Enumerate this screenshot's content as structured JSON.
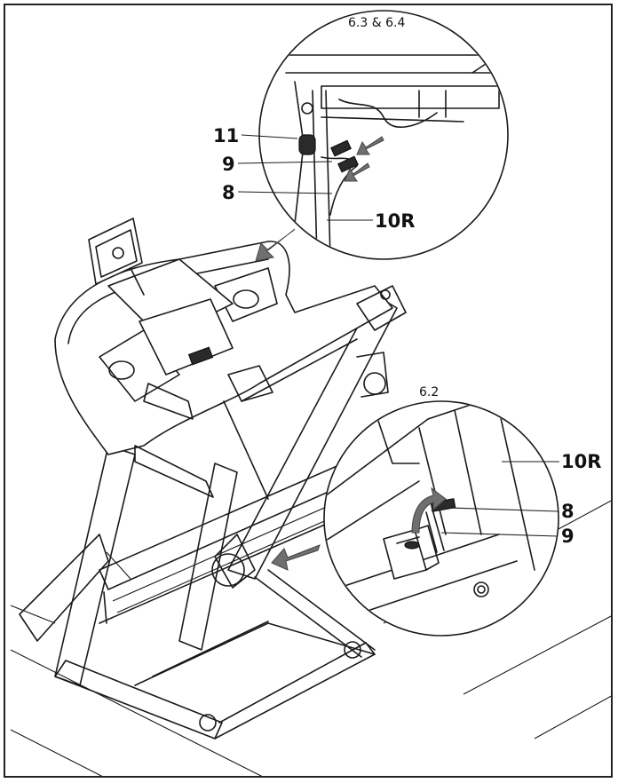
{
  "figure": {
    "detail_top": {
      "step_caption": "6.3 & 6.4",
      "labels": {
        "part_11": "11",
        "part_9": "9",
        "part_8": "8",
        "part_10r": "10R"
      }
    },
    "detail_bottom": {
      "step_caption": "6.2",
      "labels": {
        "part_10r": "10R",
        "part_8": "8",
        "part_9": "9"
      }
    },
    "colors": {
      "line": "#1a1a1a",
      "arrow_fill": "#6f6f6f",
      "part_dark": "#2a2a2a"
    }
  }
}
